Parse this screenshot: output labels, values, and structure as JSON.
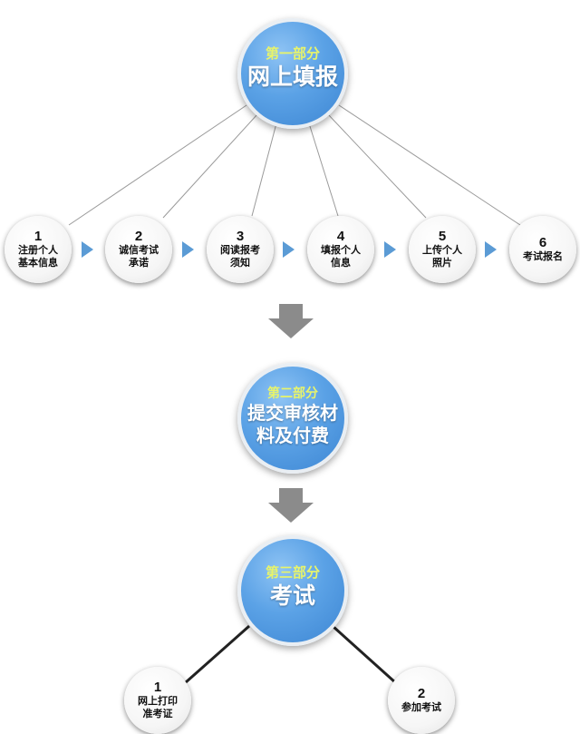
{
  "part1": {
    "tag": "第一部分",
    "title": "网上填报"
  },
  "part1_steps": [
    {
      "num": "1",
      "label": "注册个人\n基本信息"
    },
    {
      "num": "2",
      "label": "诚信考试\n承诺"
    },
    {
      "num": "3",
      "label": "阅读报考\n须知"
    },
    {
      "num": "4",
      "label": "填报个人\n信息"
    },
    {
      "num": "5",
      "label": "上传个人\n照片"
    },
    {
      "num": "6",
      "label": "考试报名"
    }
  ],
  "part2": {
    "tag": "第二部分",
    "title_line1": "提交审核材",
    "title_line2": "料及付费"
  },
  "part3": {
    "tag": "第三部分",
    "title": "考试"
  },
  "part3_steps": [
    {
      "num": "1",
      "label": "网上打印\n准考证"
    },
    {
      "num": "2",
      "label": "参加考试"
    }
  ],
  "colors": {
    "circle_blue": "#5ba2e6",
    "tag_yellow": "#e8f46a",
    "chevron_blue": "#5b9bd5",
    "arrow_gray": "#8b8b8b"
  }
}
